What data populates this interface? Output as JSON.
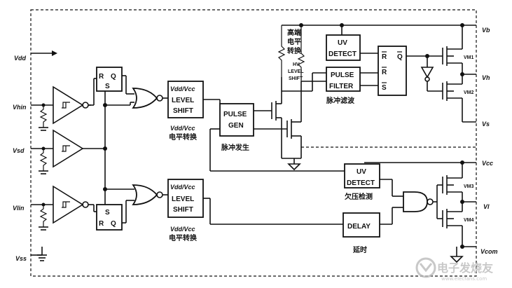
{
  "pins": {
    "vdd": "Vdd",
    "hin": "Vhin",
    "sd": "Vsd",
    "lin": "Vlin",
    "vss": "Vss",
    "vb": "Vb",
    "vh": "Vh",
    "vs": "Vs",
    "vcc": "Vcc",
    "vl": "Vl",
    "vcom": "Vcom"
  },
  "blocks": {
    "level_shift_top": {
      "line1": "Vdd/Vcc",
      "line2": "LEVEL",
      "line3": "SHIFT",
      "below1": "Vdd/Vcc",
      "below2": "电平转换"
    },
    "level_shift_bottom": {
      "line1": "Vdd/Vcc",
      "line2": "LEVEL",
      "line3": "SHIFT",
      "below1": "Vdd/Vcc",
      "below2": "电平转换"
    },
    "pulse_gen": {
      "line1": "PULSE",
      "line2": "GEN",
      "below": "脉冲发生"
    },
    "hv_level_shift": {
      "cjk1": "高端",
      "cjk2": "电平",
      "cjk3": "转换",
      "en1": "HV",
      "en2": "LEVEL",
      "en3": "SHIFT"
    },
    "uv_detect_top": {
      "line1": "UV",
      "line2": "DETECT"
    },
    "pulse_filter": {
      "line1": "PULSE",
      "line2": "FILTER",
      "below": "脉冲滤波"
    },
    "rs_latch_out": {
      "r1": "R",
      "r2": "R",
      "s": "S",
      "q": "Q"
    },
    "uv_detect_bottom": {
      "line1": "UV",
      "line2": "DETECT",
      "below": "欠压检测"
    },
    "delay": {
      "label": "DELAY",
      "below": "延时"
    },
    "latch_top": {
      "r": "R",
      "s": "S",
      "q": "Q"
    },
    "latch_bottom": {
      "s": "S",
      "r": "R",
      "q": "Q"
    },
    "vm1": "VM1",
    "vm2": "VM2",
    "vm3": "VM3",
    "vm4": "VM4"
  },
  "watermark": {
    "main": "电子发烧友",
    "sub": "www.elecfans.com"
  }
}
